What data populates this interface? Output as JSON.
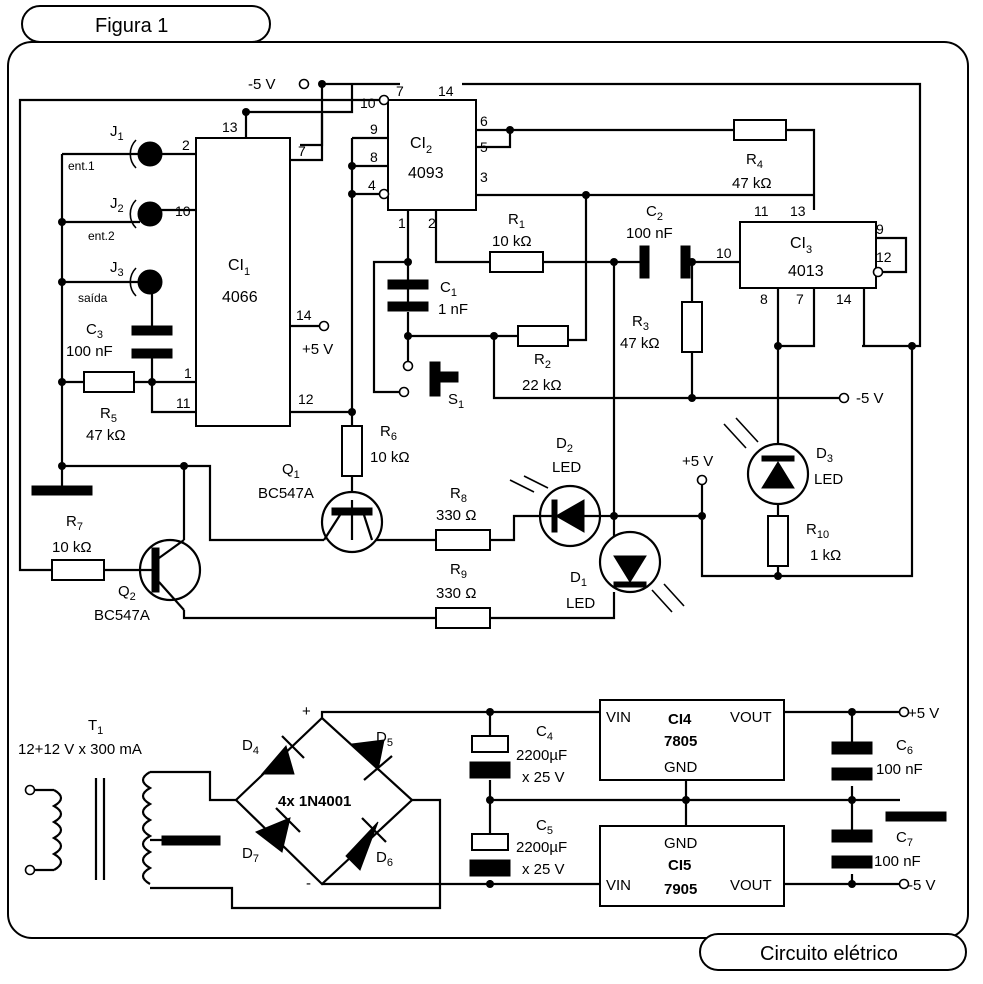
{
  "figure": {
    "title": "Figura 1",
    "caption": "Circuito elétrico"
  },
  "ic": {
    "ci1": {
      "label": "CI",
      "sub": "1",
      "part": "4066",
      "pins": {
        "p13": "13",
        "p2": "2",
        "p7": "7",
        "p10": "10",
        "p14": "14",
        "p1": "1",
        "p11": "11",
        "p12": "12"
      }
    },
    "ci2": {
      "label": "CI",
      "sub": "2",
      "part": "4093",
      "pins": {
        "p7": "7",
        "p14": "14",
        "p10": "10",
        "p9": "9",
        "p8": "8",
        "p4": "4",
        "p6": "6",
        "p5": "5",
        "p3": "3",
        "p1": "1",
        "p2": "2"
      }
    },
    "ci3": {
      "label": "CI",
      "sub": "3",
      "part": "4013",
      "pins": {
        "p11": "11",
        "p13": "13",
        "p9": "9",
        "p10": "10",
        "p12": "12",
        "p8": "8",
        "p7": "7",
        "p14": "14"
      }
    },
    "ci4": {
      "label": "CI4",
      "part": "7805",
      "vin": "VIN",
      "vout": "VOUT",
      "gnd": "GND"
    },
    "ci5": {
      "label": "CI5",
      "part": "7905",
      "vin": "VIN",
      "vout": "VOUT",
      "gnd": "GND"
    }
  },
  "jacks": [
    {
      "ref": "J",
      "sub": "1",
      "note": "ent.1"
    },
    {
      "ref": "J",
      "sub": "2",
      "note": "ent.2"
    },
    {
      "ref": "J",
      "sub": "3",
      "note": "saída"
    }
  ],
  "resistors": {
    "r1": {
      "ref": "R",
      "sub": "1",
      "value": "10 kΩ"
    },
    "r2": {
      "ref": "R",
      "sub": "2",
      "value": "22 kΩ"
    },
    "r3": {
      "ref": "R",
      "sub": "3",
      "value": "47 kΩ"
    },
    "r4": {
      "ref": "R",
      "sub": "4",
      "value": "47 kΩ"
    },
    "r5": {
      "ref": "R",
      "sub": "5",
      "value": "47 kΩ"
    },
    "r6": {
      "ref": "R",
      "sub": "6",
      "value": "10 kΩ"
    },
    "r7": {
      "ref": "R",
      "sub": "7",
      "value": "10 kΩ"
    },
    "r8": {
      "ref": "R",
      "sub": "8",
      "value": "330 Ω"
    },
    "r9": {
      "ref": "R",
      "sub": "9",
      "value": "330 Ω"
    },
    "r10": {
      "ref": "R",
      "sub": "10",
      "value": "1 kΩ"
    }
  },
  "capacitors": {
    "c1": {
      "ref": "C",
      "sub": "1",
      "value": "1 nF"
    },
    "c2": {
      "ref": "C",
      "sub": "2",
      "value": "100 nF"
    },
    "c3": {
      "ref": "C",
      "sub": "3",
      "value": "100 nF"
    },
    "c4": {
      "ref": "C",
      "sub": "4",
      "value": "2200µF",
      "rating": "x 25 V"
    },
    "c5": {
      "ref": "C",
      "sub": "5",
      "value": "2200µF",
      "rating": "x 25 V"
    },
    "c6": {
      "ref": "C",
      "sub": "6",
      "value": "100 nF"
    },
    "c7": {
      "ref": "C",
      "sub": "7",
      "value": "100 nF"
    }
  },
  "transistors": {
    "q1": {
      "ref": "Q",
      "sub": "1",
      "part": "BC547A"
    },
    "q2": {
      "ref": "Q",
      "sub": "2",
      "part": "BC547A"
    }
  },
  "leds": {
    "d1": {
      "ref": "D",
      "sub": "1",
      "type": "LED"
    },
    "d2": {
      "ref": "D",
      "sub": "2",
      "type": "LED"
    },
    "d3": {
      "ref": "D",
      "sub": "3",
      "type": "LED"
    }
  },
  "bridge": {
    "d4": {
      "ref": "D",
      "sub": "4"
    },
    "d5": {
      "ref": "D",
      "sub": "5"
    },
    "d6": {
      "ref": "D",
      "sub": "6"
    },
    "d7": {
      "ref": "D",
      "sub": "7"
    },
    "part": "4x 1N4001",
    "plus": "+",
    "minus": "-"
  },
  "switch": {
    "ref": "S",
    "sub": "1"
  },
  "transformer": {
    "ref": "T",
    "sub": "1",
    "rating": "12+12 V x 300 mA"
  },
  "rails": {
    "minus5": "-5 V",
    "plus5": "+5 V",
    "plus5_tight": "+5 V"
  }
}
